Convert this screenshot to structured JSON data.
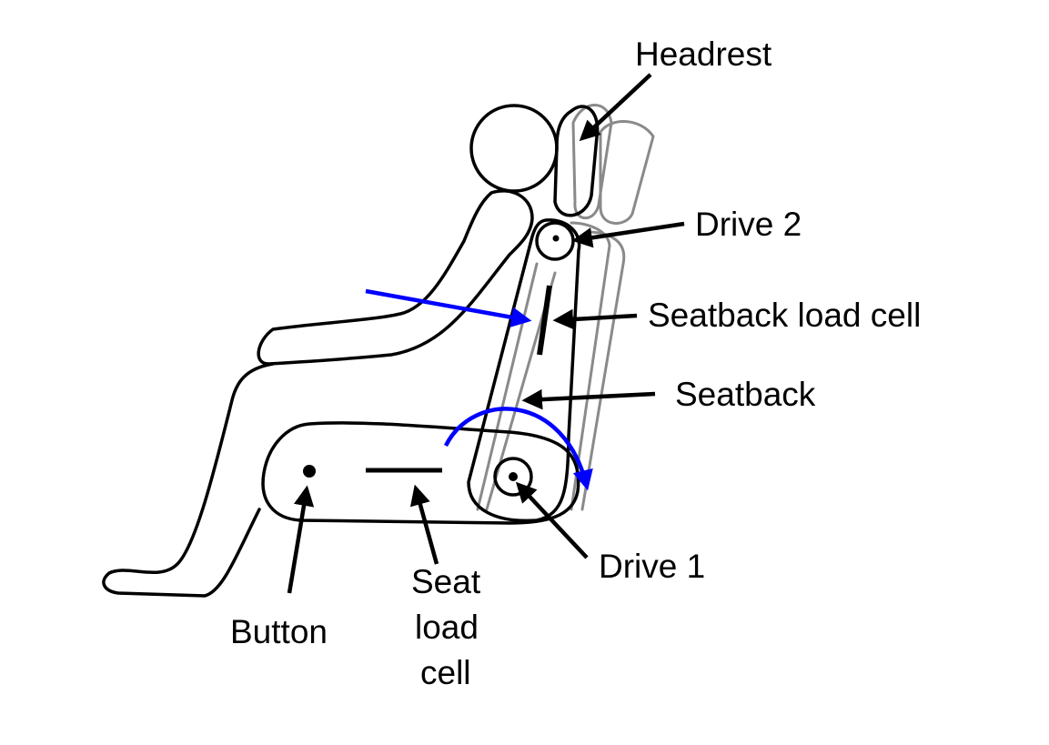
{
  "diagram": {
    "title": "Seat with actuated seatback and headrest",
    "colors": {
      "ink": "#000000",
      "ghost": "#8a8a8a",
      "force": "#0000ff",
      "background": "#ffffff"
    },
    "labels": {
      "headrest": "Headrest",
      "drive2": "Drive 2",
      "seatback_load_cell": "Seatback load cell",
      "seatback": "Seatback",
      "drive1": "Drive 1",
      "button": "Button",
      "seat_load_cell_line1": "Seat",
      "seat_load_cell_line2": "load",
      "seat_load_cell_line3": "cell"
    }
  }
}
